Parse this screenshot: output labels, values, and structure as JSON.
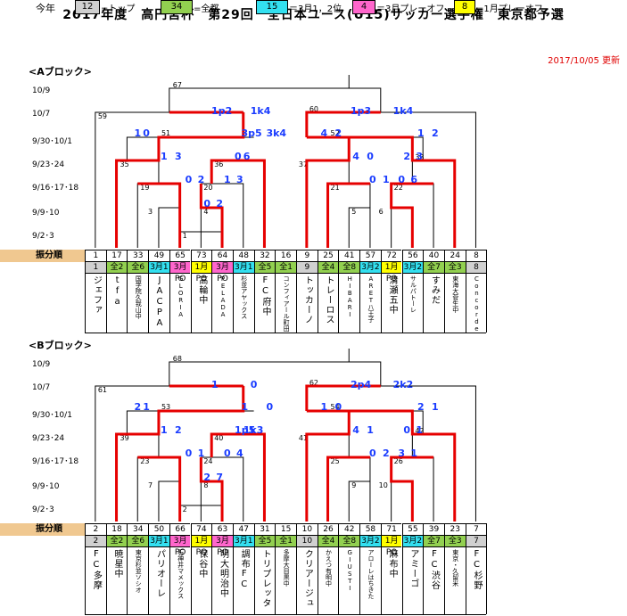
{
  "title": "2017年度　高円宮杯　第29回　全日本ユース(U15)サッカー選手権　東京都予選",
  "legend": {
    "label": "今年",
    "items": [
      {
        "value": "12",
        "text": "=トップ",
        "color": "#d0d0d0"
      },
      {
        "value": "34",
        "text": "=全都",
        "color": "#92d050"
      },
      {
        "value": "15",
        "text": "＝3月1，2位",
        "color": "#33e0f0"
      },
      {
        "value": "4",
        "text": "＝3月プレーオフ",
        "color": "#ff66cc"
      },
      {
        "value": "8",
        "text": "=1月プレーオフ",
        "color": "#ffff00"
      }
    ],
    "updated": "2017/10/05 更新"
  },
  "tag_colors": {
    "全": "#92d050",
    "3月": "#33e0f0",
    "3月PO": "#ff66cc",
    "1月PO": "#ffff00",
    "top": "#d0d0d0"
  },
  "block_a": {
    "title": "<Aブロック>",
    "rounds": [
      "10/9",
      "10/7",
      "9/30･10/1",
      "9/23･24",
      "9/16･17･18",
      "9/9･10",
      "9/2･3"
    ],
    "seed_label": "振分順",
    "seeds": [
      "1",
      "17",
      "33",
      "49",
      "65",
      "73",
      "64",
      "48",
      "32",
      "16",
      "9",
      "25",
      "41",
      "57",
      "72",
      "56",
      "40",
      "24",
      "8"
    ],
    "tags": [
      {
        "text": "1",
        "type": "top"
      },
      {
        "text": "全2",
        "type": "全"
      },
      {
        "text": "全6",
        "type": "全"
      },
      {
        "text": "3月1",
        "type": "3月"
      },
      {
        "text": "3月PO",
        "type": "3月PO"
      },
      {
        "text": "1月PO",
        "type": "1月PO"
      },
      {
        "text": "3月PO",
        "type": "3月PO"
      },
      {
        "text": "3月1",
        "type": "3月"
      },
      {
        "text": "全5",
        "type": "全"
      },
      {
        "text": "全1",
        "type": "全"
      },
      {
        "text": "9",
        "type": "top"
      },
      {
        "text": "全4",
        "type": "全"
      },
      {
        "text": "全8",
        "type": "全"
      },
      {
        "text": "3月2",
        "type": "3月"
      },
      {
        "text": "1月PO",
        "type": "1月PO"
      },
      {
        "text": "3月2",
        "type": "3月"
      },
      {
        "text": "全7",
        "type": "全"
      },
      {
        "text": "全3",
        "type": "全"
      },
      {
        "text": "8",
        "type": "top"
      }
    ],
    "teams": [
      {
        "name": "ジェファ",
        "small": false
      },
      {
        "name": "tfa",
        "small": false
      },
      {
        "name": "国学院久我山中",
        "small": true
      },
      {
        "name": "JACPA",
        "small": false
      },
      {
        "name": "GLORIA",
        "small": true
      },
      {
        "name": "高輪中",
        "small": false
      },
      {
        "name": "PELADA",
        "small": true
      },
      {
        "name": "杉並アヤックス",
        "small": true
      },
      {
        "name": "FC府中",
        "small": false
      },
      {
        "name": "コンフィアール町田",
        "small": true
      },
      {
        "name": "トッカーノ",
        "small": false
      },
      {
        "name": "トレーロス",
        "small": false
      },
      {
        "name": "HIBARI",
        "small": true
      },
      {
        "name": "ARET八王子",
        "small": true
      },
      {
        "name": "清瀬五中",
        "small": false
      },
      {
        "name": "サルパトーレ",
        "small": true
      },
      {
        "name": "すみだ",
        "small": false
      },
      {
        "name": "東海大菅生中",
        "small": true
      },
      {
        "name": "Concorde",
        "small": true
      }
    ],
    "nums": {
      "final": "67",
      "l59": "59",
      "r60": "60",
      "m51": "51",
      "m52": "52",
      "m35": "35",
      "m36": "36",
      "m37": "37",
      "m38": "38",
      "m19": "19",
      "m20": "20",
      "m21": "21",
      "m22": "22",
      "m3": "3",
      "m4": "4",
      "m5": "5",
      "m6": "6",
      "m1": "1"
    },
    "scores": {
      "sf_l": "1p2",
      "sf_r": "1k4",
      "sf2_l": "1p3",
      "sf2_r": "1k4",
      "q1": "1",
      "q1b": "0",
      "q2": "4",
      "q2b": "2",
      "q3_l": "3p5",
      "q3_r": "3k4",
      "q4": "1",
      "q4b": "2",
      "r1": "1",
      "r1b": "3",
      "r2": "0",
      "r2b": "6",
      "r3": "4",
      "r3b": "0",
      "r4": "2",
      "r4b": "3",
      "s1": "0",
      "s1b": "2",
      "s2": "1",
      "s2b": "3",
      "s3": "0",
      "s3b": "1",
      "s4": "0",
      "s4b": "6",
      "t1": "0",
      "t1b": "2"
    }
  },
  "block_b": {
    "title": "<Bブロック>",
    "rounds": [
      "10/9",
      "10/7",
      "9/30･10/1",
      "9/23･24",
      "9/16･17･18",
      "9/9･10",
      "9/2･3"
    ],
    "seed_label": "振分順",
    "seeds": [
      "2",
      "18",
      "34",
      "50",
      "66",
      "74",
      "63",
      "47",
      "31",
      "15",
      "10",
      "26",
      "42",
      "58",
      "71",
      "55",
      "39",
      "23",
      "7"
    ],
    "tags": [
      {
        "text": "2",
        "type": "top"
      },
      {
        "text": "全2",
        "type": "全"
      },
      {
        "text": "全6",
        "type": "全"
      },
      {
        "text": "3月1",
        "type": "3月"
      },
      {
        "text": "3月PO",
        "type": "3月PO"
      },
      {
        "text": "1月PO",
        "type": "1月PO"
      },
      {
        "text": "3月PO",
        "type": "3月PO"
      },
      {
        "text": "3月1",
        "type": "3月"
      },
      {
        "text": "全5",
        "type": "全"
      },
      {
        "text": "全1",
        "type": "全"
      },
      {
        "text": "10",
        "type": "top"
      },
      {
        "text": "全4",
        "type": "全"
      },
      {
        "text": "全8",
        "type": "全"
      },
      {
        "text": "3月2",
        "type": "3月"
      },
      {
        "text": "1月PO",
        "type": "1月PO"
      },
      {
        "text": "3月2",
        "type": "3月"
      },
      {
        "text": "全7",
        "type": "全"
      },
      {
        "text": "全3",
        "type": "全"
      },
      {
        "text": "7",
        "type": "top"
      }
    ],
    "teams": [
      {
        "name": "FC多摩",
        "small": false
      },
      {
        "name": "暁星中",
        "small": false
      },
      {
        "name": "東京杉並ソシオ",
        "small": true
      },
      {
        "name": "パリオーレ",
        "small": false
      },
      {
        "name": "石神井マメックス",
        "small": true
      },
      {
        "name": "保谷中",
        "small": false
      },
      {
        "name": "明大明治中",
        "small": false
      },
      {
        "name": "調布FC",
        "small": false
      },
      {
        "name": "トリプレッタ",
        "small": false
      },
      {
        "name": "多摩大目黒中",
        "small": true
      },
      {
        "name": "クリアージュ",
        "small": false
      },
      {
        "name": "かえつ有明中",
        "small": true
      },
      {
        "name": "GIUSTI",
        "small": true
      },
      {
        "name": "アローレはちきた",
        "small": true
      },
      {
        "name": "麻布中",
        "small": false
      },
      {
        "name": "アミーゴ",
        "small": false
      },
      {
        "name": "FC渋谷",
        "small": false
      },
      {
        "name": "東京・久留米",
        "small": true
      },
      {
        "name": "FC杉野",
        "small": false
      }
    ],
    "nums": {
      "final": "68",
      "l59": "61",
      "r60": "62",
      "m51": "53",
      "m52": "54",
      "m35": "39",
      "m36": "40",
      "m37": "41",
      "m38": "42",
      "m19": "23",
      "m20": "24",
      "m21": "25",
      "m22": "26",
      "m3": "7",
      "m4": "8",
      "m5": "9",
      "m6": "10",
      "m1": "2"
    },
    "scores": {
      "sf_l": "1",
      "sf_r": "0",
      "sf2_l": "2p4",
      "sf2_r": "2k2",
      "q1": "2",
      "q1b": "1",
      "q2": "1",
      "q2b": "0",
      "q3_l": "1",
      "q3_r": "0",
      "q4": "2",
      "q4b": "1",
      "r1": "1",
      "r1b": "2",
      "r2": "1p5",
      "r2b": "1k3",
      "r3": "4",
      "r3b": "1",
      "r4": "0",
      "r4b": "1",
      "s1": "0",
      "s1b": "1",
      "s2": "0",
      "s2b": "4",
      "s3": "0",
      "s3b": "2",
      "s4": "3",
      "s4b": "1",
      "t1": "2",
      "t1b": "7"
    }
  }
}
